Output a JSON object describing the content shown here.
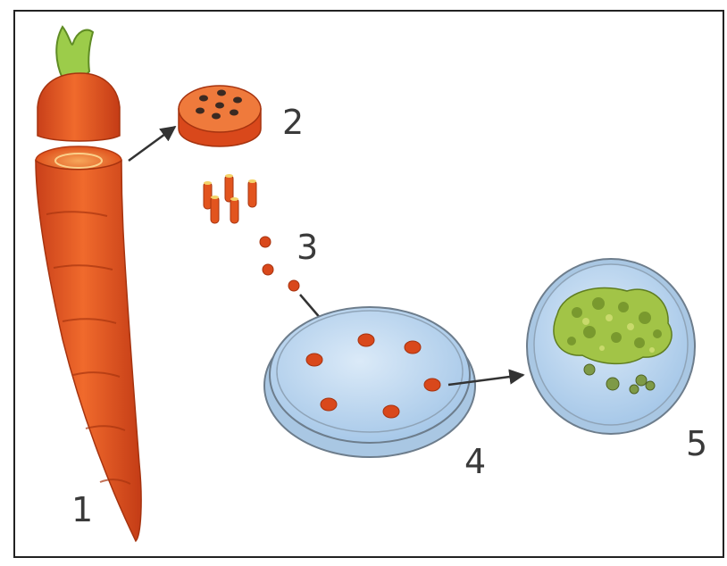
{
  "figure": {
    "labels": [
      {
        "id": "step-1",
        "text": "1"
      },
      {
        "id": "step-2",
        "text": "2"
      },
      {
        "id": "step-3",
        "text": "3"
      },
      {
        "id": "step-4",
        "text": "4"
      },
      {
        "id": "step-5",
        "text": "5"
      }
    ]
  },
  "colors": {
    "carrot": "#e8521f",
    "carrot_dark": "#b8320f",
    "carrot_light": "#f07a3a",
    "leaf": "#8cc43c",
    "dish_fill": "#bcd7ef",
    "dish_rim": "#6d7d8c",
    "callus": "#8fb43a",
    "frame": "#222222"
  }
}
